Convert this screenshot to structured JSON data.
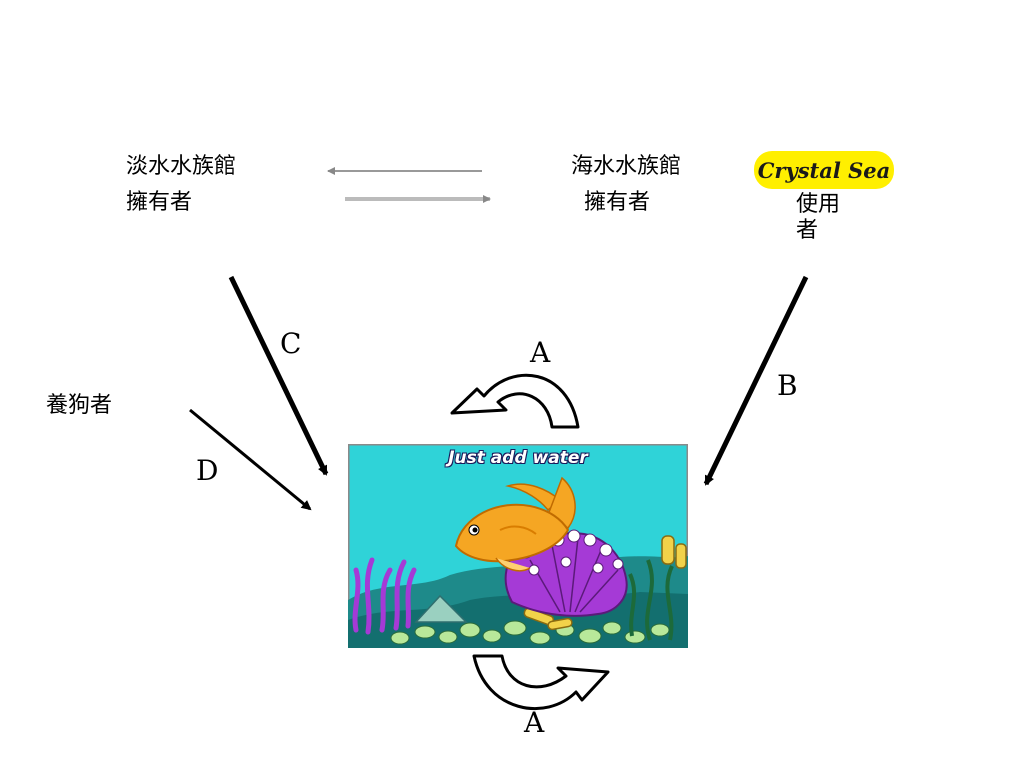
{
  "nodes": {
    "freshwater_line1": "淡水水族館",
    "freshwater_line2": "擁有者",
    "saltwater_line1": "海水水族館",
    "saltwater_line2": "擁有者",
    "crystal_sea_logo": "Crystal Sea",
    "user_line1": "使用",
    "user_line2": "者",
    "dog_owner": "養狗者"
  },
  "arrow_labels": {
    "c": "C",
    "b": "B",
    "d": "D",
    "a_top": "A",
    "a_bottom": "A"
  },
  "product_image": {
    "caption": "Just add water"
  },
  "colors": {
    "logo_bg": "#ffef00",
    "water": "#2fd3d8",
    "fish": "#f5a623",
    "coral_purple": "#a53ad6"
  }
}
